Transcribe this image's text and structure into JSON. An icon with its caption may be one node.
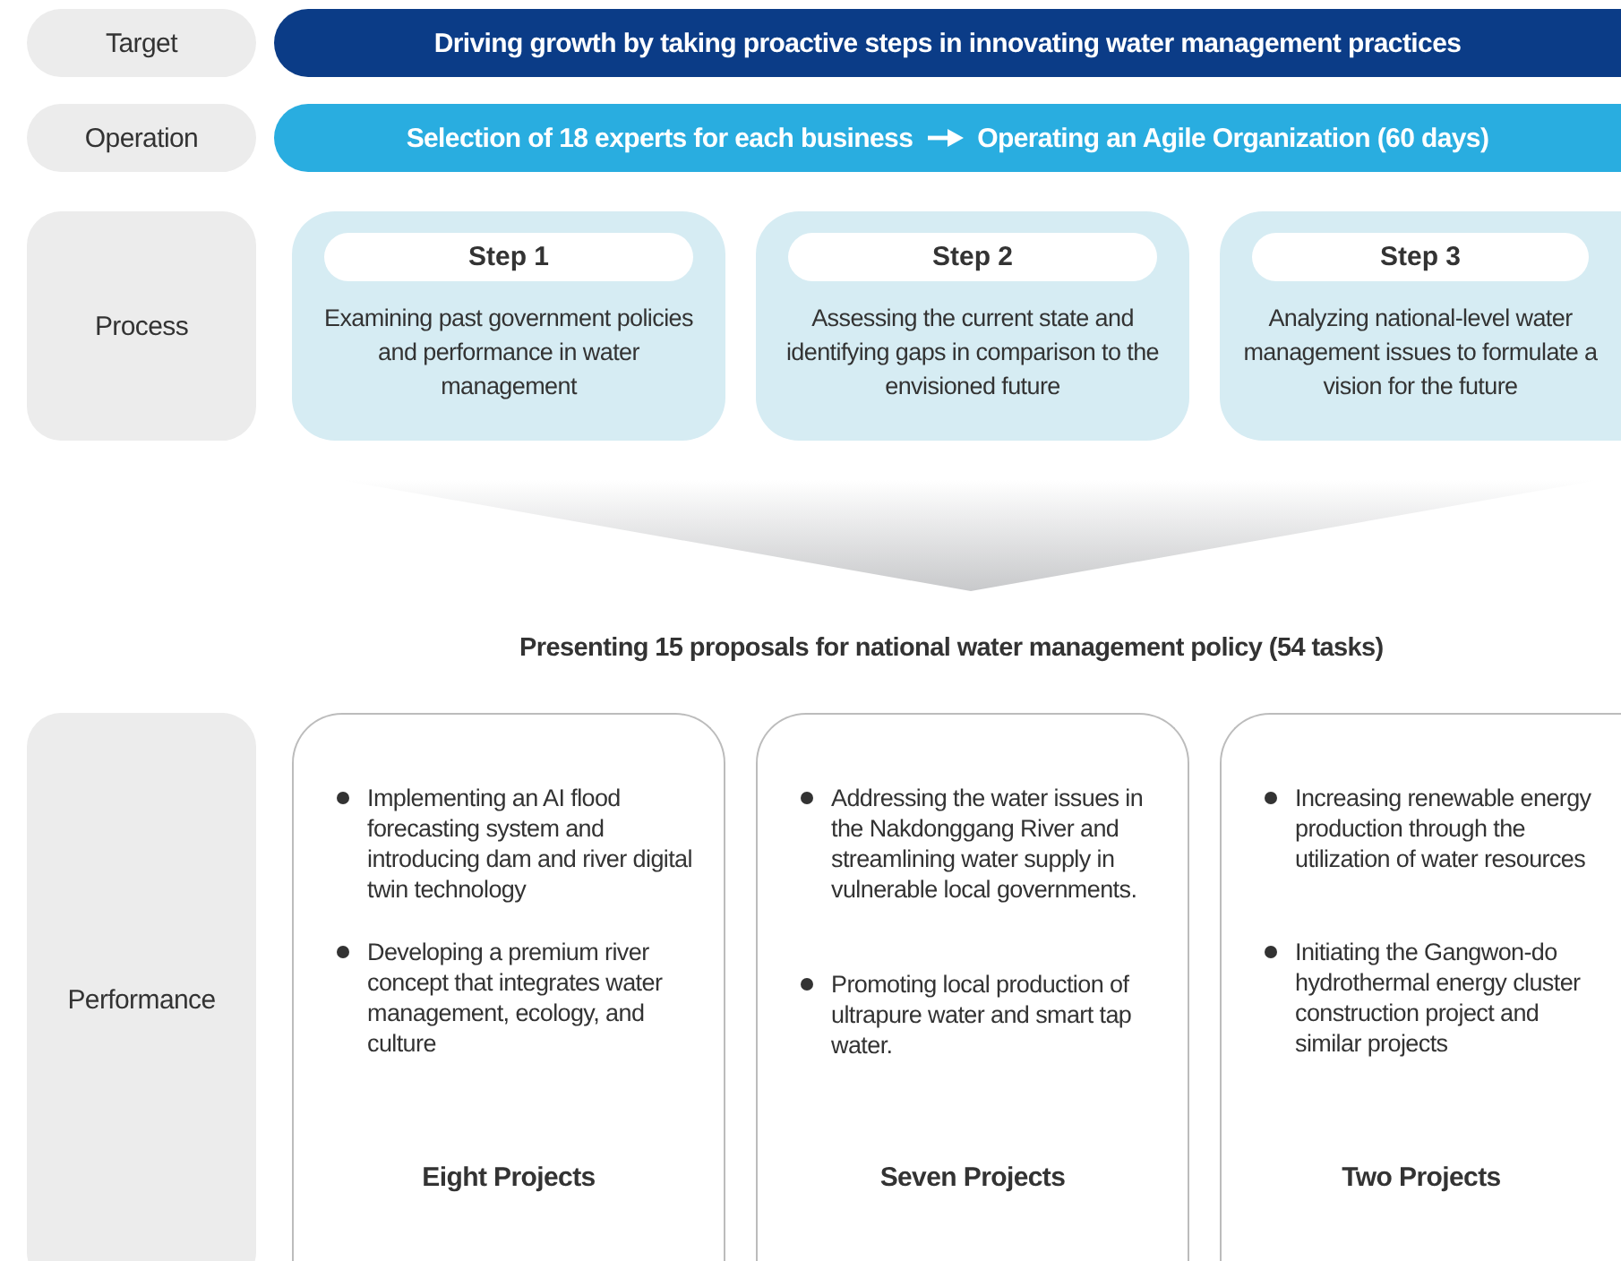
{
  "diagram": {
    "nodes": [
      {
        "text": [
          "Target"
        ]
      },
      {
        "text": [
          "Driving growth by taking proactive steps in innovating water management practices"
        ]
      },
      {
        "text": [
          "Operation"
        ]
      },
      {
        "text": [
          "Selection of 18 experts for each business",
          "Operating an Agile Organization (60 days)"
        ]
      },
      {
        "text": [
          "Process"
        ]
      },
      {
        "text": [
          "Step 1",
          "Examining past government policies and performance in water management"
        ]
      },
      {
        "text": [
          "Step 2",
          "Assessing the current state and identifying gaps in comparison to the envisioned future"
        ]
      },
      {
        "text": [
          "Step 3",
          "Analyzing national-level water management issues to formulate a vision for the future"
        ]
      },
      {
        "text": [
          "Performance"
        ]
      },
      {
        "text": [
          "Implementing an AI flood forecasting system and introducing dam and river digital twin technology",
          "Developing a premium river concept that integrates water management, ecology, and culture",
          "Eight Projects"
        ]
      },
      {
        "text": [
          "Addressing the water issues in the Nakdonggang River and streamlining water supply in vulnerable local governments.",
          "Promoting local production of ultrapure water and smart tap water.",
          "Seven Projects"
        ]
      },
      {
        "text": [
          "Increasing renewable energy production through the utilization of water resources",
          "Initiating the Gangwon-do hydrothermal energy cluster construction project and similar projects",
          "Two Projects"
        ]
      }
    ],
    "labels": [
      "Presenting 15 proposals for national water management policy (54 tasks)"
    ]
  }
}
